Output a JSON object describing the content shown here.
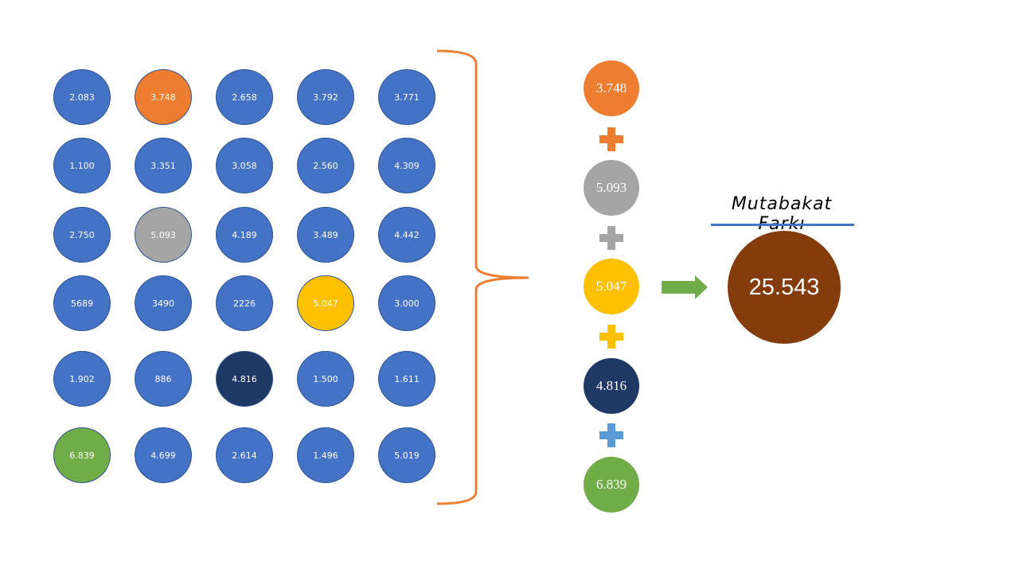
{
  "colors": {
    "default": "#4472c4",
    "orange": "#ed7d31",
    "gray": "#a5a5a5",
    "gold": "#ffc000",
    "navy": "#203864",
    "green": "#70ad47",
    "brown": "#843c0c",
    "bracket": "#ed7d31",
    "arrow": "#70ad47",
    "rule": "#4472c4",
    "plus_blue": "#5b9bd5"
  },
  "grid": {
    "rows": [
      [
        {
          "value": "2.083",
          "color": "default"
        },
        {
          "value": "3.748",
          "color": "orange"
        },
        {
          "value": "2.658",
          "color": "default"
        },
        {
          "value": "3.792",
          "color": "default"
        },
        {
          "value": "3.771",
          "color": "default"
        }
      ],
      [
        {
          "value": "1.100",
          "color": "default"
        },
        {
          "value": "3.351",
          "color": "default"
        },
        {
          "value": "3.058",
          "color": "default"
        },
        {
          "value": "2.560",
          "color": "default"
        },
        {
          "value": "4.309",
          "color": "default"
        }
      ],
      [
        {
          "value": "2.750",
          "color": "default"
        },
        {
          "value": "5.093",
          "color": "gray"
        },
        {
          "value": "4.189",
          "color": "default"
        },
        {
          "value": "3.489",
          "color": "default"
        },
        {
          "value": "4.442",
          "color": "default"
        }
      ],
      [
        {
          "value": "5689",
          "color": "default"
        },
        {
          "value": "3490",
          "color": "default"
        },
        {
          "value": "2226",
          "color": "default"
        },
        {
          "value": "5.047",
          "color": "gold"
        },
        {
          "value": "3.000",
          "color": "default"
        }
      ],
      [
        {
          "value": "1.902",
          "color": "default"
        },
        {
          "value": "886",
          "color": "default"
        },
        {
          "value": "4.816",
          "color": "navy"
        },
        {
          "value": "1.500",
          "color": "default"
        },
        {
          "value": "1.611",
          "color": "default"
        }
      ],
      [
        {
          "value": "6.839",
          "color": "green"
        },
        {
          "value": "4.699",
          "color": "default"
        },
        {
          "value": "2.614",
          "color": "default"
        },
        {
          "value": "1.496",
          "color": "default"
        },
        {
          "value": "5.019",
          "color": "default"
        }
      ]
    ]
  },
  "sum_chain": {
    "items": [
      {
        "value": "3.748",
        "color": "orange"
      },
      {
        "value": "5.093",
        "color": "gray"
      },
      {
        "value": "5.047",
        "color": "gold"
      },
      {
        "value": "4.816",
        "color": "navy"
      },
      {
        "value": "6.839",
        "color": "green"
      }
    ],
    "plus_signs": [
      "orange",
      "gray",
      "gold",
      "plus_blue"
    ]
  },
  "result": {
    "title": "Mutabakat Farkı",
    "value": "25.543"
  }
}
